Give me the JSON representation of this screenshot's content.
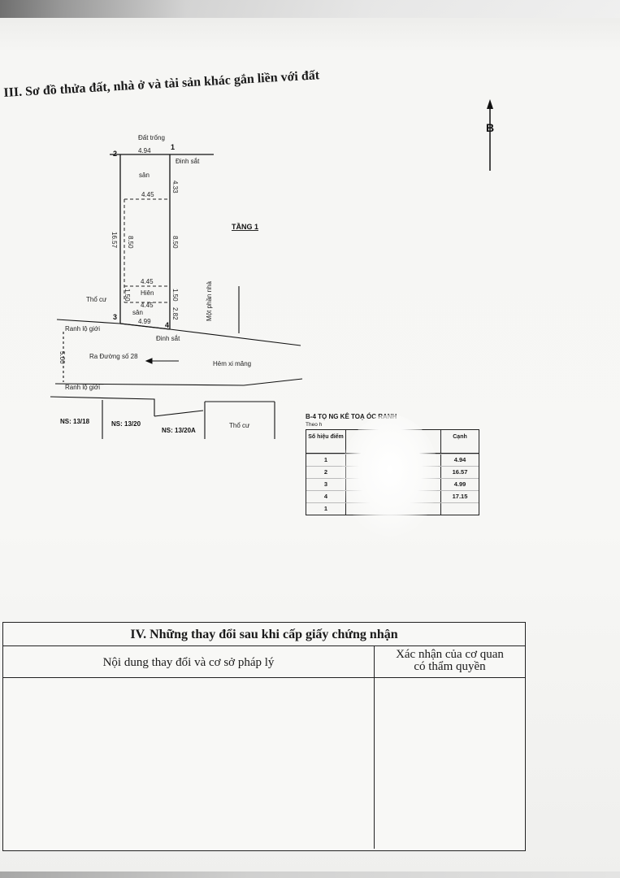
{
  "section3": {
    "title": "III. Sơ đồ thửa đất, nhà ở và tài sản khác gắn liền với đất"
  },
  "north_arrow": {
    "label": "B"
  },
  "plan": {
    "dat_trong": "Đất trống",
    "point_1": "1",
    "point_2": "2",
    "point_3": "3",
    "point_4": "4",
    "top_edge": "4.94",
    "dinh_sat_top": "Đinh sắt",
    "dim_4_33": "4.33",
    "san_top": "sân",
    "dim_4_45_a": "4.45",
    "left_16_57": "16.57",
    "inner_8_50_left": "8.50",
    "inner_8_50_right": "8.50",
    "tang_1": "TẦNG 1",
    "dim_4_45_b": "4.45",
    "hien": "Hiên",
    "dim_1_50_left": "1.50",
    "dim_1_50_right": "1.50",
    "dim_4_45_c": "4.45",
    "san_bottom": "sân",
    "dim_2_82": "2.82",
    "bottom_edge": "4.99",
    "mot_phan_nha": "Một phần nhà",
    "tho_cu_left": "Thổ cư",
    "ranh_lo_gioi_top": "Ranh lộ giới",
    "dinh_sat_bottom": "Đinh sắt",
    "road_width": "5.00",
    "ra_duong": "Ra Đường số 28",
    "hem_xi_mang": "Hẻm xi măng",
    "ranh_lo_gioi_bottom": "Ranh lộ giới",
    "ns_13_18": "NS: 13/18",
    "ns_13_20": "NS: 13/20",
    "ns_13_20a": "NS: 13/20A",
    "tho_cu_bottom": "Thổ cư"
  },
  "coord_table": {
    "title": "B-4 TỌ   NG KÊ TOẠ   ÓC RANH",
    "subtitle": "Theo h",
    "headers": [
      "Số hiệu điểm",
      "Cạnh"
    ],
    "rows": [
      {
        "point": "1",
        "edge": "4.94"
      },
      {
        "point": "2",
        "edge": "16.57"
      },
      {
        "point": "3",
        "edge": "4.99"
      },
      {
        "point": "4",
        "edge": "17.15"
      },
      {
        "point": "1",
        "edge": ""
      }
    ]
  },
  "section4": {
    "title": "IV. Những thay đổi sau khi cấp giấy chứng nhận",
    "col1": "Nội dung thay đổi và cơ sở pháp lý",
    "col2_line1": "Xác nhận của cơ quan",
    "col2_line2": "có thẩm quyền"
  }
}
